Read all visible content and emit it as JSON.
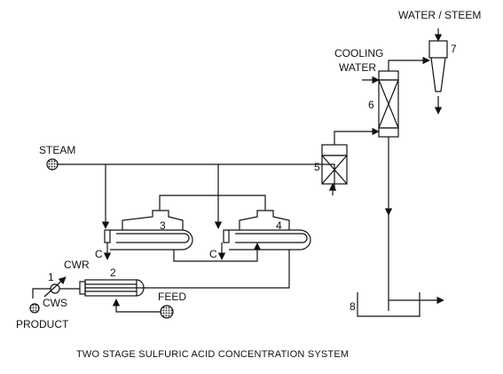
{
  "diagram": {
    "caption": "TWO STAGE SULFURIC ACID CONCENTRATION SYSTEM",
    "labels": {
      "steam": "STEAM",
      "water_steem": "WATER / STEEM",
      "cooling_water_line1": "COOLING",
      "cooling_water_line2": "WATER",
      "feed": "FEED",
      "product": "PRODUCT",
      "cwr": "CWR",
      "cws": "CWS",
      "condensate_1": "C",
      "condensate_2": "C"
    },
    "equipment_numbers": {
      "n1": "1",
      "n2": "2",
      "n3": "3",
      "n4": "4",
      "n5": "5",
      "n6": "6",
      "n7": "7",
      "n8": "8"
    },
    "colors": {
      "line": "#111111",
      "background": "#ffffff",
      "vessel_fill": "#444444"
    }
  }
}
